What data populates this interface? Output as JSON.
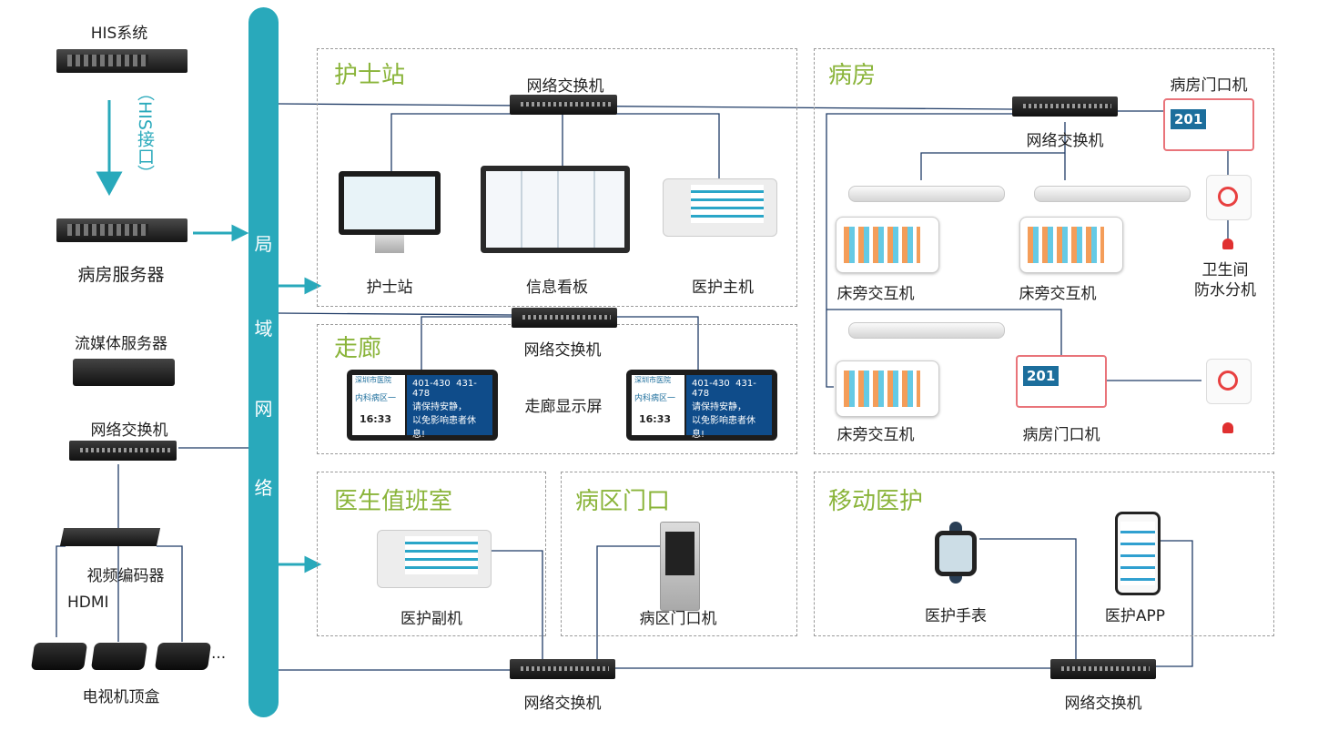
{
  "left_column": {
    "his_system": "HIS系统",
    "his_interface": "（HIS接口）",
    "ward_server": "病房服务器",
    "streaming_server": "流媒体服务器",
    "network_switch": "网络交换机",
    "video_encoder": "视频编码器",
    "hdmi": "HDMI",
    "tv_box": "电视机顶盒",
    "ellipsis": "..."
  },
  "lan_bus": [
    "局",
    "域",
    "网",
    "络"
  ],
  "nurse_station": {
    "title": "护士站",
    "switch": "网络交换机",
    "nurse_station_pc": "护士站",
    "info_board": "信息看板",
    "medical_host": "医护主机"
  },
  "corridor": {
    "title": "走廊",
    "switch": "网络交换机",
    "display": "走廊显示屏",
    "screen_hospital": "深圳市医院",
    "screen_ward": "内科病区一",
    "screen_time": "16:33",
    "screen_rooms_a": "401-430",
    "screen_rooms_b": "431-478",
    "screen_msg1": "请保持安静，",
    "screen_msg2": "以免影响患者休息!"
  },
  "ward": {
    "title": "病房",
    "switch": "网络交换机",
    "door_machine_top": "病房门口机",
    "door_number": "201",
    "bedside_1": "床旁交互机",
    "bedside_2": "床旁交互机",
    "bedside_3": "床旁交互机",
    "bathroom_line1": "卫生间",
    "bathroom_line2": "防水分机",
    "door_machine_bottom": "病房门口机"
  },
  "doctor_room": {
    "title": "医生值班室",
    "device": "医护副机"
  },
  "ward_entrance": {
    "title": "病区门口",
    "device": "病区门口机"
  },
  "mobile_care": {
    "title": "移动医护",
    "watch": "医护手表",
    "app": "医护APP"
  },
  "bottom": {
    "switch_left": "网络交换机",
    "switch_right": "网络交换机"
  },
  "colors": {
    "bus": "#29a9bb",
    "zone_title": "#8ab43a",
    "line": "#1f3b66"
  }
}
